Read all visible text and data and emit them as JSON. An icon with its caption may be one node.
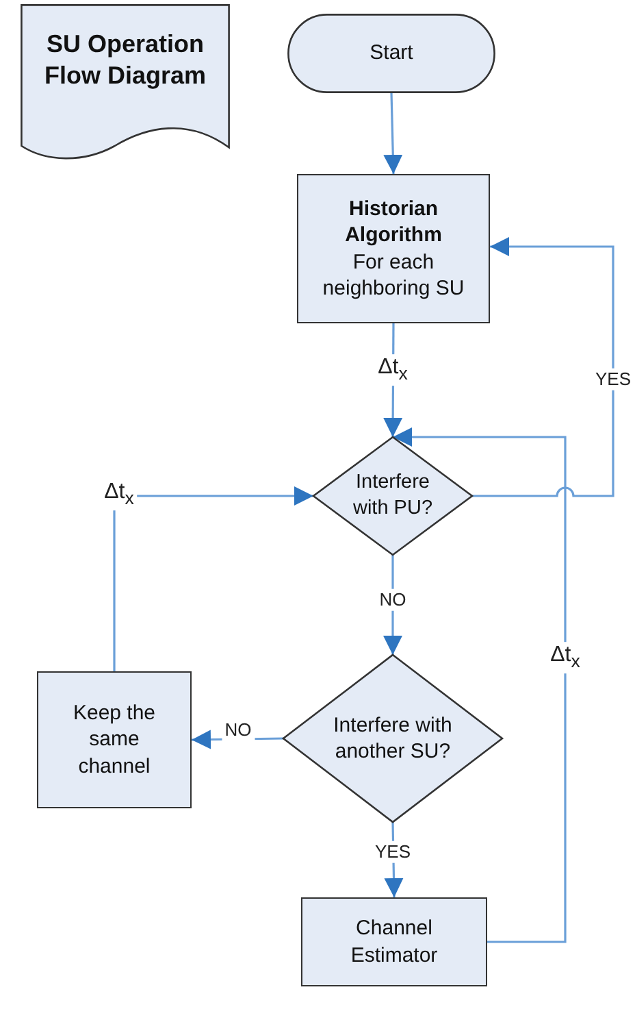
{
  "diagram": {
    "nodes": [
      {
        "text": [
          "SU Operation Flow Diagram"
        ]
      },
      {
        "text": [
          "Start"
        ]
      },
      {
        "text": [
          "Historian Algorithm",
          "For each neighboring SU"
        ]
      },
      {
        "text": [
          "Interfere with PU?"
        ]
      },
      {
        "text": [
          "Interfere with another SU?"
        ]
      },
      {
        "text": [
          "Keep the same channel"
        ]
      },
      {
        "text": [
          "Channel Estimator"
        ]
      }
    ],
    "edges": [
      {
        "from": 1,
        "to": 2,
        "arrow": "to"
      },
      {
        "from": 2,
        "to": 3,
        "arrow": "to",
        "label": "Δt$_{x}$"
      },
      {
        "from": 3,
        "to": 4,
        "arrow": "to",
        "label": "NO"
      },
      {
        "from": 4,
        "to": 5,
        "arrow": "to",
        "label": "NO"
      },
      {
        "from": 5,
        "to": 3,
        "arrow": "to",
        "label": "Δt$_{x}$"
      },
      {
        "from": 4,
        "to": 6,
        "arrow": "to",
        "label": "YES"
      },
      {
        "from": 6,
        "to": 3,
        "arrow": "to",
        "label": "Δt$_{x}$"
      },
      {
        "from": 3,
        "to": 2,
        "arrow": "to",
        "label": "YES"
      }
    ]
  }
}
